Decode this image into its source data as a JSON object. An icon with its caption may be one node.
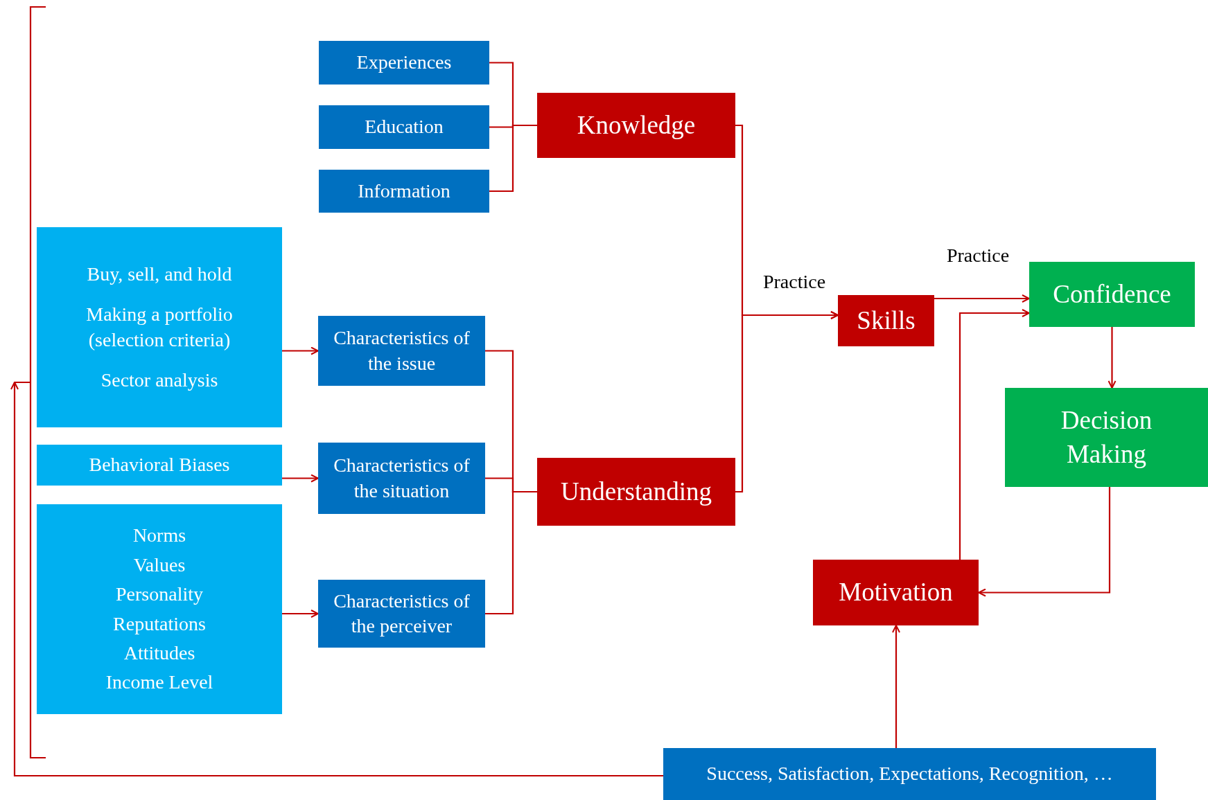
{
  "diagram": {
    "nodes": [
      {
        "text": [
          "Experiences"
        ]
      },
      {
        "text": [
          "Education"
        ]
      },
      {
        "text": [
          "Information"
        ]
      },
      {
        "text": [
          "Knowledge"
        ]
      },
      {
        "text": [
          "Buy, sell, and hold",
          "Making a portfolio (selection criteria)",
          "Sector analysis"
        ]
      },
      {
        "text": [
          "Characteristics of the issue"
        ]
      },
      {
        "text": [
          "Behavioral Biases"
        ]
      },
      {
        "text": [
          "Characteristics of the situation"
        ]
      },
      {
        "text": [
          "Norms",
          "Values",
          "Personality",
          "Reputations",
          "Attitudes",
          "Income Level"
        ]
      },
      {
        "text": [
          "Characteristics of the perceiver"
        ]
      },
      {
        "text": [
          "Understanding"
        ]
      },
      {
        "text": [
          "Skills"
        ]
      },
      {
        "text": [
          "Confidence"
        ]
      },
      {
        "text": [
          "Decision Making"
        ]
      },
      {
        "text": [
          "Motivation"
        ]
      },
      {
        "text": [
          "Success, Satisfaction, Expectations, Recognition, …"
        ]
      },
      {
        "text": [],
        "shape": "bracket"
      }
    ],
    "edges": [
      {
        "from": 0,
        "to": 3,
        "arrow": "none"
      },
      {
        "from": 1,
        "to": 3,
        "arrow": "none"
      },
      {
        "from": 2,
        "to": 3,
        "arrow": "none"
      },
      {
        "from": 4,
        "to": 5,
        "arrow": "to"
      },
      {
        "from": 6,
        "to": 7,
        "arrow": "to"
      },
      {
        "from": 8,
        "to": 9,
        "arrow": "to"
      },
      {
        "from": 5,
        "to": 10,
        "arrow": "none"
      },
      {
        "from": 7,
        "to": 10,
        "arrow": "none"
      },
      {
        "from": 9,
        "to": 10,
        "arrow": "none"
      },
      {
        "from": 3,
        "to": 11,
        "arrow": "to",
        "label": "Practice"
      },
      {
        "from": 10,
        "to": 11,
        "arrow": "to"
      },
      {
        "from": 11,
        "to": 12,
        "arrow": "to",
        "label": "Practice"
      },
      {
        "from": 14,
        "to": 12,
        "arrow": "to"
      },
      {
        "from": 12,
        "to": 13,
        "arrow": "to"
      },
      {
        "from": 13,
        "to": 14,
        "arrow": "to"
      },
      {
        "from": 15,
        "to": 14,
        "arrow": "to"
      },
      {
        "from": 15,
        "to": 16,
        "arrow": "to"
      }
    ]
  }
}
